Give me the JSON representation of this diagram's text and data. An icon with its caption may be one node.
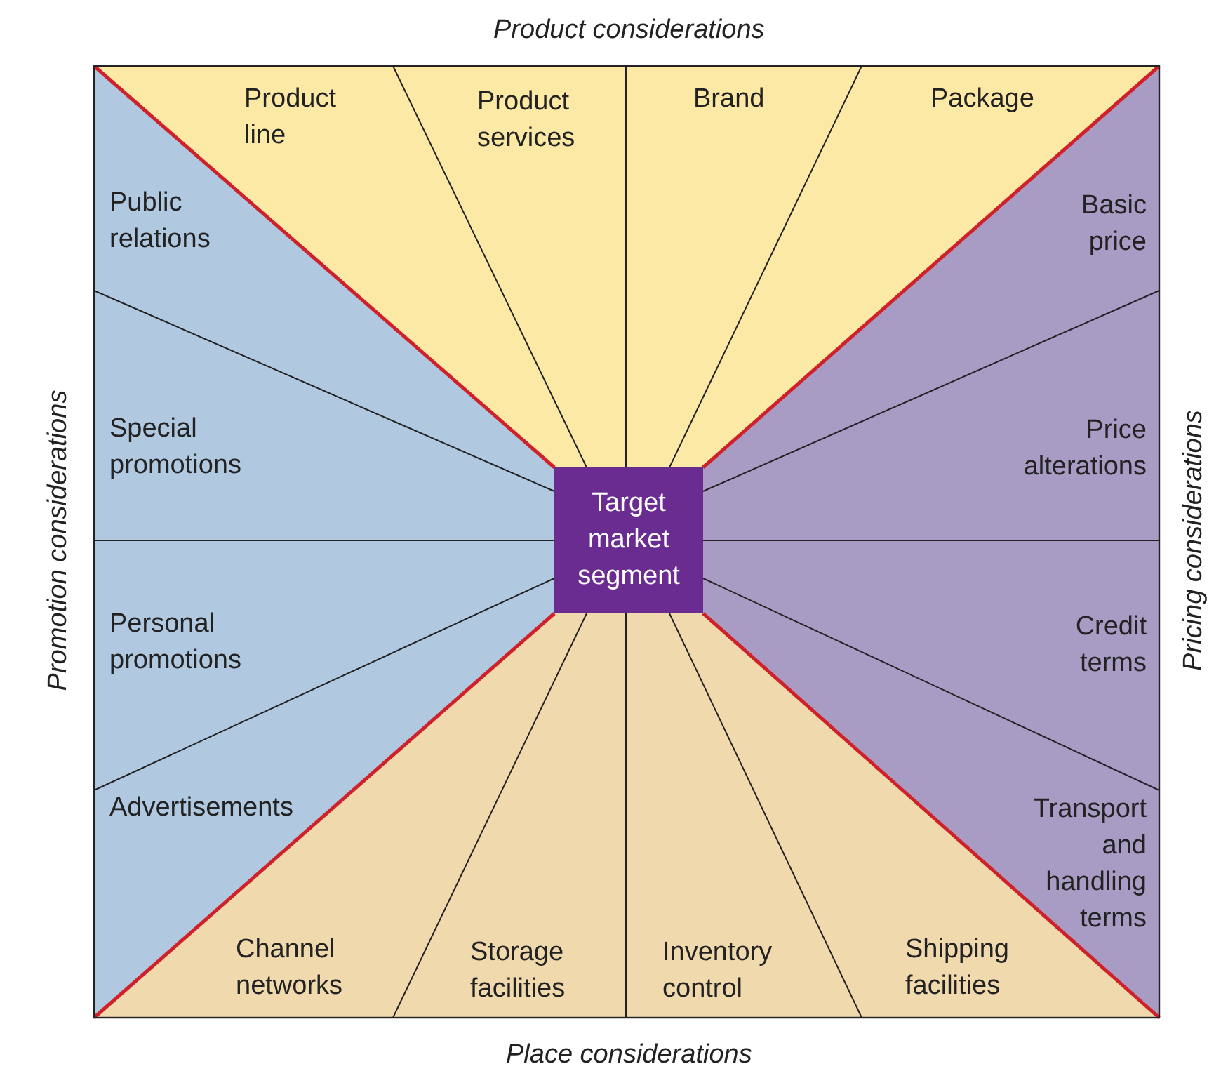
{
  "diagram": {
    "nodes": [
      {
        "text": [
          "Product line"
        ]
      },
      {
        "text": [
          "Product services"
        ]
      },
      {
        "text": [
          "Brand"
        ]
      },
      {
        "text": [
          "Package"
        ]
      },
      {
        "text": [
          "Public relations"
        ]
      },
      {
        "text": [
          "Basic price"
        ]
      },
      {
        "text": [
          "Special promotions"
        ]
      },
      {
        "text": [
          "Price alterations"
        ]
      },
      {
        "text": [
          "Target market segment"
        ]
      },
      {
        "text": [
          "Personal promotions"
        ]
      },
      {
        "text": [
          "Credit terms"
        ]
      },
      {
        "text": [
          "Advertisements"
        ]
      },
      {
        "text": [
          "Transport and handling terms"
        ]
      },
      {
        "text": [
          "Channel networks"
        ]
      },
      {
        "text": [
          "Storage facilities"
        ]
      },
      {
        "text": [
          "Inventory control"
        ]
      },
      {
        "text": [
          "Shipping facilities"
        ]
      }
    ],
    "labels": [
      "Product considerations",
      "Promotion considerations",
      "Pricing considerations",
      "Place considerations"
    ]
  }
}
